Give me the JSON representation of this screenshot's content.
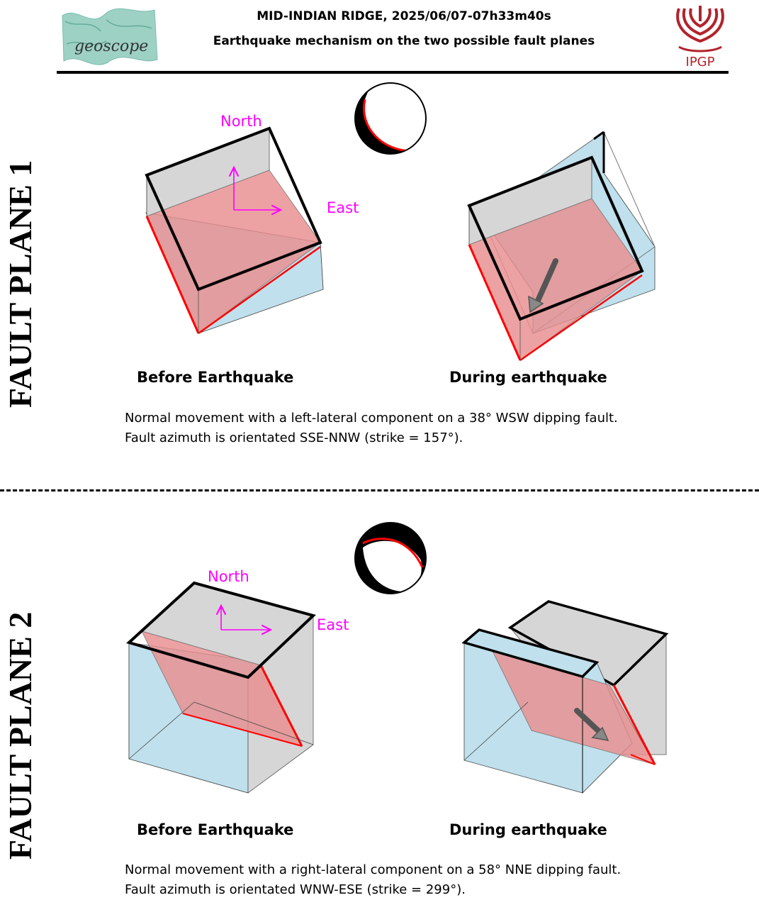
{
  "header": {
    "title_line1": "MID-INDIAN RIDGE, 2025/06/07-07h33m40s",
    "title_line2": "Earthquake mechanism on the two possible fault planes",
    "left_logo_text": "geoscope",
    "right_logo_text": "IPGP"
  },
  "colors": {
    "fault_plane": "#e88e8e",
    "block_blue": "#bfe0ec",
    "block_gray": "#d6d6d6",
    "fault_edge": "#ff0000",
    "direction_labels": "#ff00ff",
    "arrow": "#666666"
  },
  "sections": [
    {
      "label": "FAULT PLANE 1",
      "north_label": "North",
      "east_label": "East",
      "before_caption": "Before Earthquake",
      "during_caption": "During earthquake",
      "description_line1": "Normal movement with a left-lateral component on a 38° WSW dipping fault.",
      "description_line2": "Fault azimuth is orientated SSE-NNW (strike = 157°)."
    },
    {
      "label": "FAULT PLANE 2",
      "north_label": "North",
      "east_label": "East",
      "before_caption": "Before Earthquake",
      "during_caption": "During earthquake",
      "description_line1": "Normal movement with a right-lateral component on a 58° NNE dipping fault.",
      "description_line2": "Fault azimuth is orientated WNW-ESE (strike = 299°)."
    }
  ]
}
